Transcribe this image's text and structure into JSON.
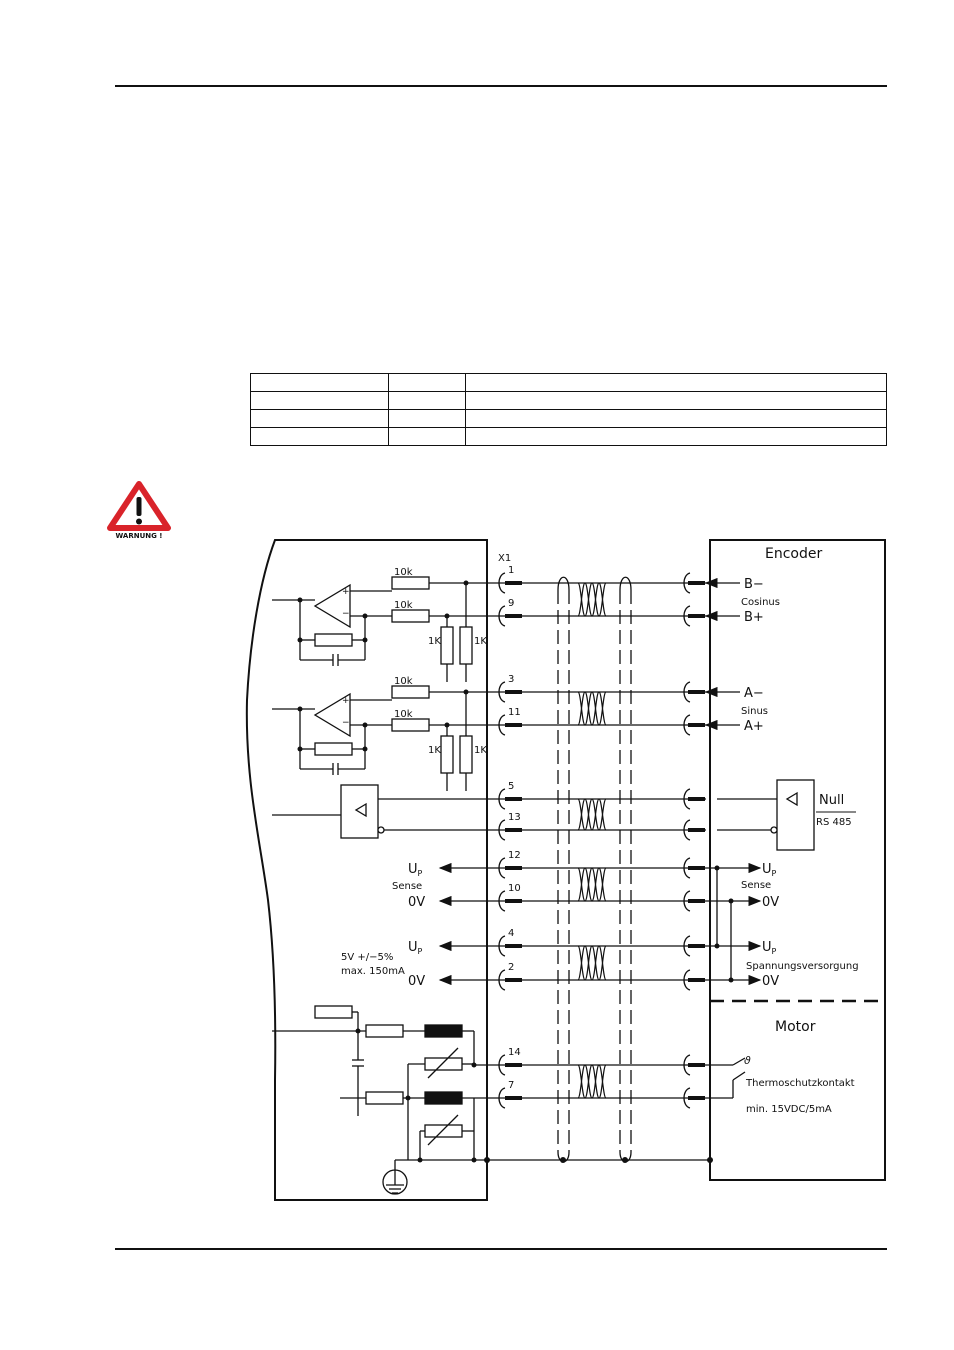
{
  "warning": {
    "label": "WARNUNG !",
    "icon": "warning-triangle-icon",
    "color": "#d9232a"
  },
  "table": {
    "rows": 4,
    "cols": 3
  },
  "diagram": {
    "connector": "X1",
    "encoder_title": "Encoder",
    "motor_title": "Motor",
    "resistors": {
      "r10k": "10k",
      "r1k": "1K"
    },
    "pins": [
      "1",
      "9",
      "3",
      "11",
      "5",
      "13",
      "12",
      "10",
      "4",
      "2",
      "14",
      "7"
    ],
    "encoder_signals": {
      "b_minus": "B−",
      "cosinus": "Cosinus",
      "b_plus": "B+",
      "a_minus": "A−",
      "sinus": "Sinus",
      "a_plus": "A+",
      "null": "Null",
      "rs485": "RS 485",
      "up_sense": "U",
      "up_sub": "P",
      "sense": "Sense",
      "zero_v": "0V",
      "spannung": "Spannungsversorgung"
    },
    "drive_labels": {
      "up": "U",
      "up_sub": "P",
      "sense": "Sense",
      "zero_v": "0V",
      "supply_line1": "5V +/−5%",
      "supply_line2": "max. 150mA"
    },
    "motor": {
      "theta": "ϑ",
      "contact": "Thermoschutzkontakt",
      "rating": "min. 15VDC/5mA"
    }
  }
}
